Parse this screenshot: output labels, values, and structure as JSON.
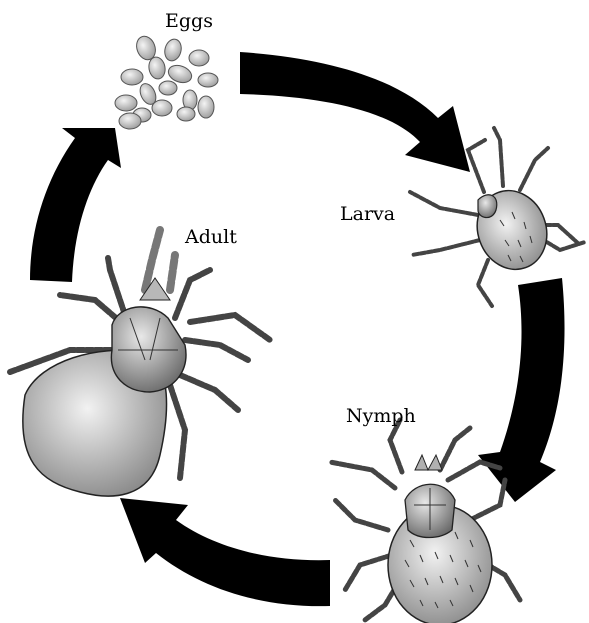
{
  "diagram": {
    "stages": [
      {
        "id": "eggs",
        "label": "Eggs"
      },
      {
        "id": "larva",
        "label": "Larva"
      },
      {
        "id": "nymph",
        "label": "Nymph"
      },
      {
        "id": "adult",
        "label": "Adult"
      }
    ],
    "colors": {
      "arrow": "#000000",
      "body_light": "#f4f4f4",
      "body_mid": "#b8b8b8",
      "body_dark": "#7a7a7a",
      "outline": "#111111"
    }
  }
}
